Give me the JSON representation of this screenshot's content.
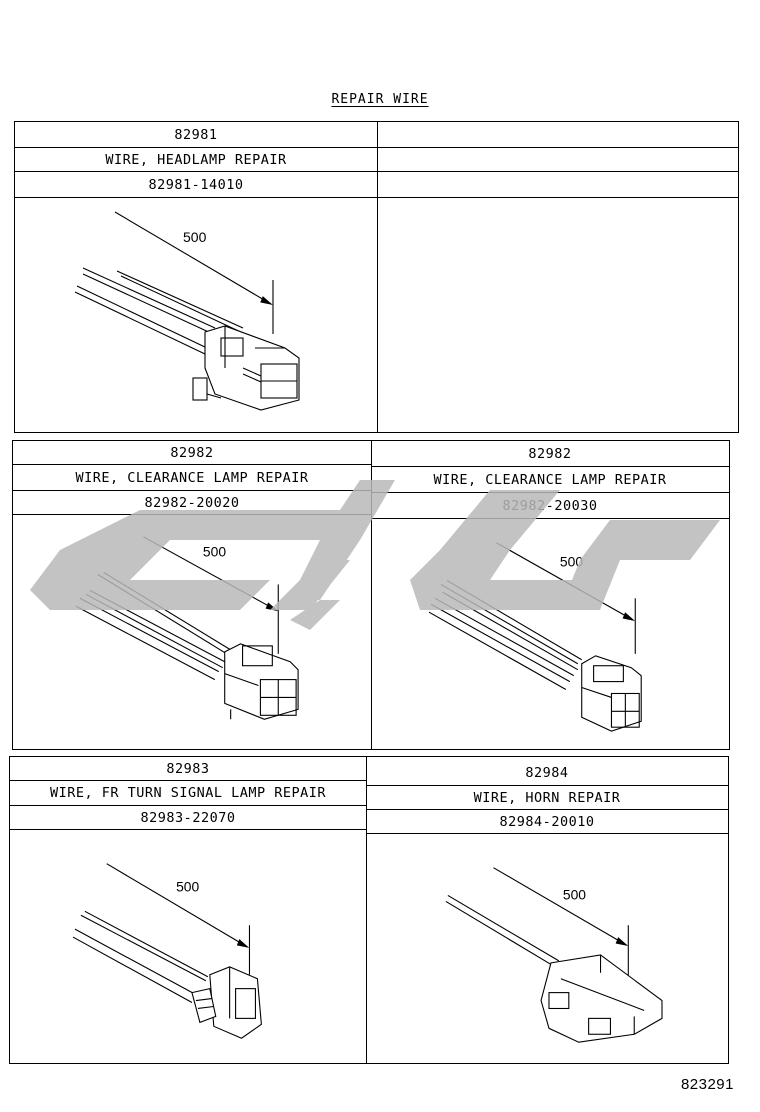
{
  "page": {
    "title": "REPAIR WIRE",
    "figure_number": "823291",
    "dimension_label": "500"
  },
  "sections": [
    {
      "cells": [
        {
          "part_group": "82981",
          "description": "WIRE, HEADLAMP REPAIR",
          "part_number": "82981-14010",
          "dimension": "500"
        },
        {
          "part_group": "",
          "description": "",
          "part_number": "",
          "dimension": ""
        }
      ]
    },
    {
      "cells": [
        {
          "part_group": "82982",
          "description": "WIRE, CLEARANCE LAMP REPAIR",
          "part_number": "82982-20020",
          "dimension": "500"
        },
        {
          "part_group": "82982",
          "description": "WIRE, CLEARANCE LAMP REPAIR",
          "part_number": "82982-20030",
          "dimension": "500"
        }
      ]
    },
    {
      "cells": [
        {
          "part_group": "82983",
          "description": "WIRE, FR TURN SIGNAL LAMP REPAIR",
          "part_number": "82983-22070",
          "dimension": "500"
        },
        {
          "part_group": "82984",
          "description": "WIRE, HORN REPAIR",
          "part_number": "82984-20010",
          "dimension": "500"
        }
      ]
    }
  ]
}
